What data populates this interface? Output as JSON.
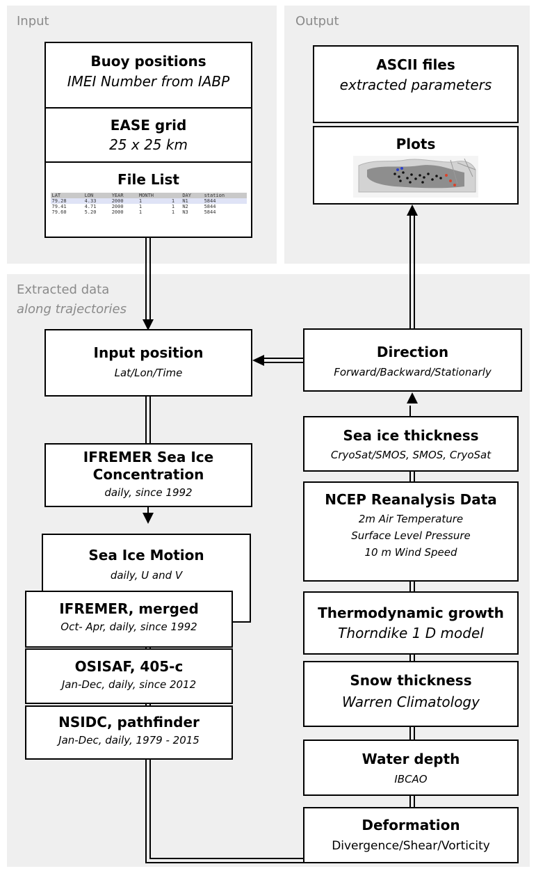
{
  "panels": {
    "input": "Input",
    "output": "Output",
    "extracted": "Extracted data",
    "extracted_sub": "along trajectories"
  },
  "boxes": {
    "buoy": {
      "title": "Buoy positions",
      "sub": "IMEI Number from IABP"
    },
    "ease": {
      "title": "EASE grid",
      "sub": "25 x 25 km"
    },
    "filelist": {
      "title": "File List"
    },
    "ascii": {
      "title": "ASCII files",
      "sub": "extracted parameters"
    },
    "plots": {
      "title": "Plots"
    },
    "input_position": {
      "title": "Input position",
      "sub": "Lat/Lon/Time"
    },
    "direction": {
      "title": "Direction",
      "sub": "Forward/Backward/Stationarly"
    },
    "ifremer_sic": {
      "title1": "IFREMER Sea Ice",
      "title2": "Concentration",
      "sub": "daily, since 1992"
    },
    "motion": {
      "title": "Sea Ice Motion",
      "sub": "daily, U and V"
    },
    "ifremer_merged": {
      "title": "IFREMER, merged",
      "sub": "Oct- Apr, daily, since 1992"
    },
    "osisaf": {
      "title": "OSISAF, 405-c",
      "sub": "Jan-Dec, daily, since 2012"
    },
    "nsidc": {
      "title": "NSIDC, pathfinder",
      "sub": "Jan-Dec, daily, 1979 - 2015"
    },
    "sit": {
      "title": "Sea ice thickness",
      "sub": "CryoSat/SMOS, SMOS, CryoSat"
    },
    "ncep": {
      "title": "NCEP Reanalysis Data",
      "l1": "2m Air Temperature",
      "l2": "Surface Level Pressure",
      "l3": "10 m Wind Speed"
    },
    "thermo": {
      "title": "Thermodynamic growth",
      "sub": "Thorndike 1 D model"
    },
    "snow": {
      "title": "Snow thickness",
      "sub": "Warren Climatology"
    },
    "depth": {
      "title": "Water depth",
      "sub": "IBCAO"
    },
    "deform": {
      "title": "Deformation",
      "sub": "Divergence/Shear/Vorticity"
    }
  },
  "file_list": {
    "headers": [
      "LAT",
      "LON",
      "YEAR",
      "MONTH",
      "DAY",
      "station"
    ],
    "rows": [
      [
        "79.28",
        "4.33",
        "2000",
        "1",
        "1",
        "N1",
        "5844"
      ],
      [
        "79.41",
        "4.71",
        "2000",
        "1",
        "1",
        "N2",
        "5844"
      ],
      [
        "79.60",
        "5.20",
        "2000",
        "1",
        "1",
        "N3",
        "5844"
      ]
    ]
  },
  "colors": {
    "panel": "#efefef",
    "label": "#8a8a8a",
    "border": "#000000"
  }
}
